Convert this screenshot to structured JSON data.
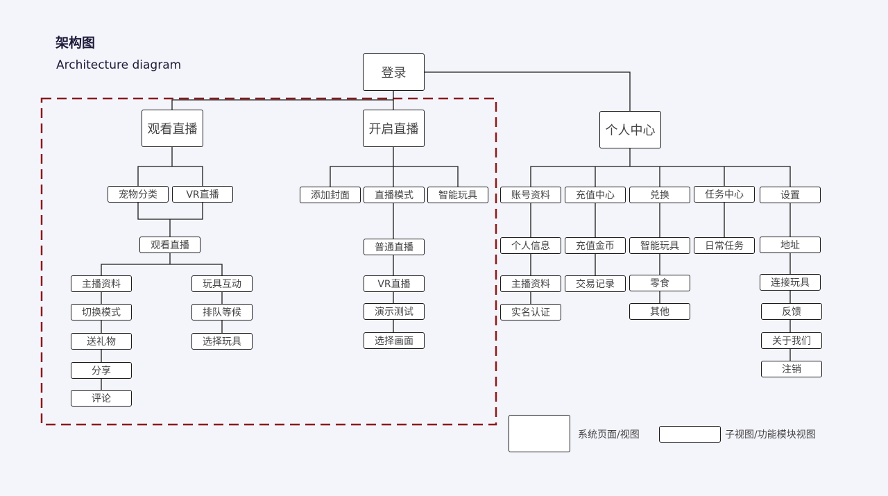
{
  "header": {
    "title_cn": "架构图",
    "title_en": "Architecture diagram"
  },
  "nodes": {
    "login": "登录",
    "watch_live": "观看直播",
    "start_live": "开启直播",
    "personal_center": "个人中心",
    "pet_category": "宠物分类",
    "vr_live": "VR直播",
    "watch_live_sub": "观看直播",
    "host_profile": "主播资料",
    "switch_mode": "切换模式",
    "send_gift": "送礼物",
    "share": "分享",
    "comment": "评论",
    "toy_interaction": "玩具互动",
    "queue_wait": "排队等候",
    "select_toy": "选择玩具",
    "add_cover": "添加封面",
    "live_mode": "直播模式",
    "smart_toy_live": "智能玩具",
    "normal_live": "普通直播",
    "vr_live_mode": "VR直播",
    "demo_test": "演示测试",
    "select_view": "选择画面",
    "account_info": "账号资料",
    "recharge_center": "充值中心",
    "exchange": "兑换",
    "task_center": "任务中心",
    "settings": "设置",
    "personal_info": "个人信息",
    "host_profile_acc": "主播资料",
    "real_name": "实名认证",
    "recharge_coins": "充值金币",
    "transaction_record": "交易记录",
    "smart_toy_exchange": "智能玩具",
    "snacks": "零食",
    "others": "其他",
    "daily_task": "日常任务",
    "address": "地址",
    "connect_toy": "连接玩具",
    "feedback": "反馈",
    "about_us": "关于我们",
    "logout": "注销"
  },
  "legend": {
    "page_label": "系统页面/视图",
    "sub_label": "子视图/功能模块视图"
  },
  "colors": {
    "background": "#f4f5fb",
    "dashed_region": "#8b1a1a",
    "line": "#1a1a1a",
    "title": "#1e1b3a"
  }
}
